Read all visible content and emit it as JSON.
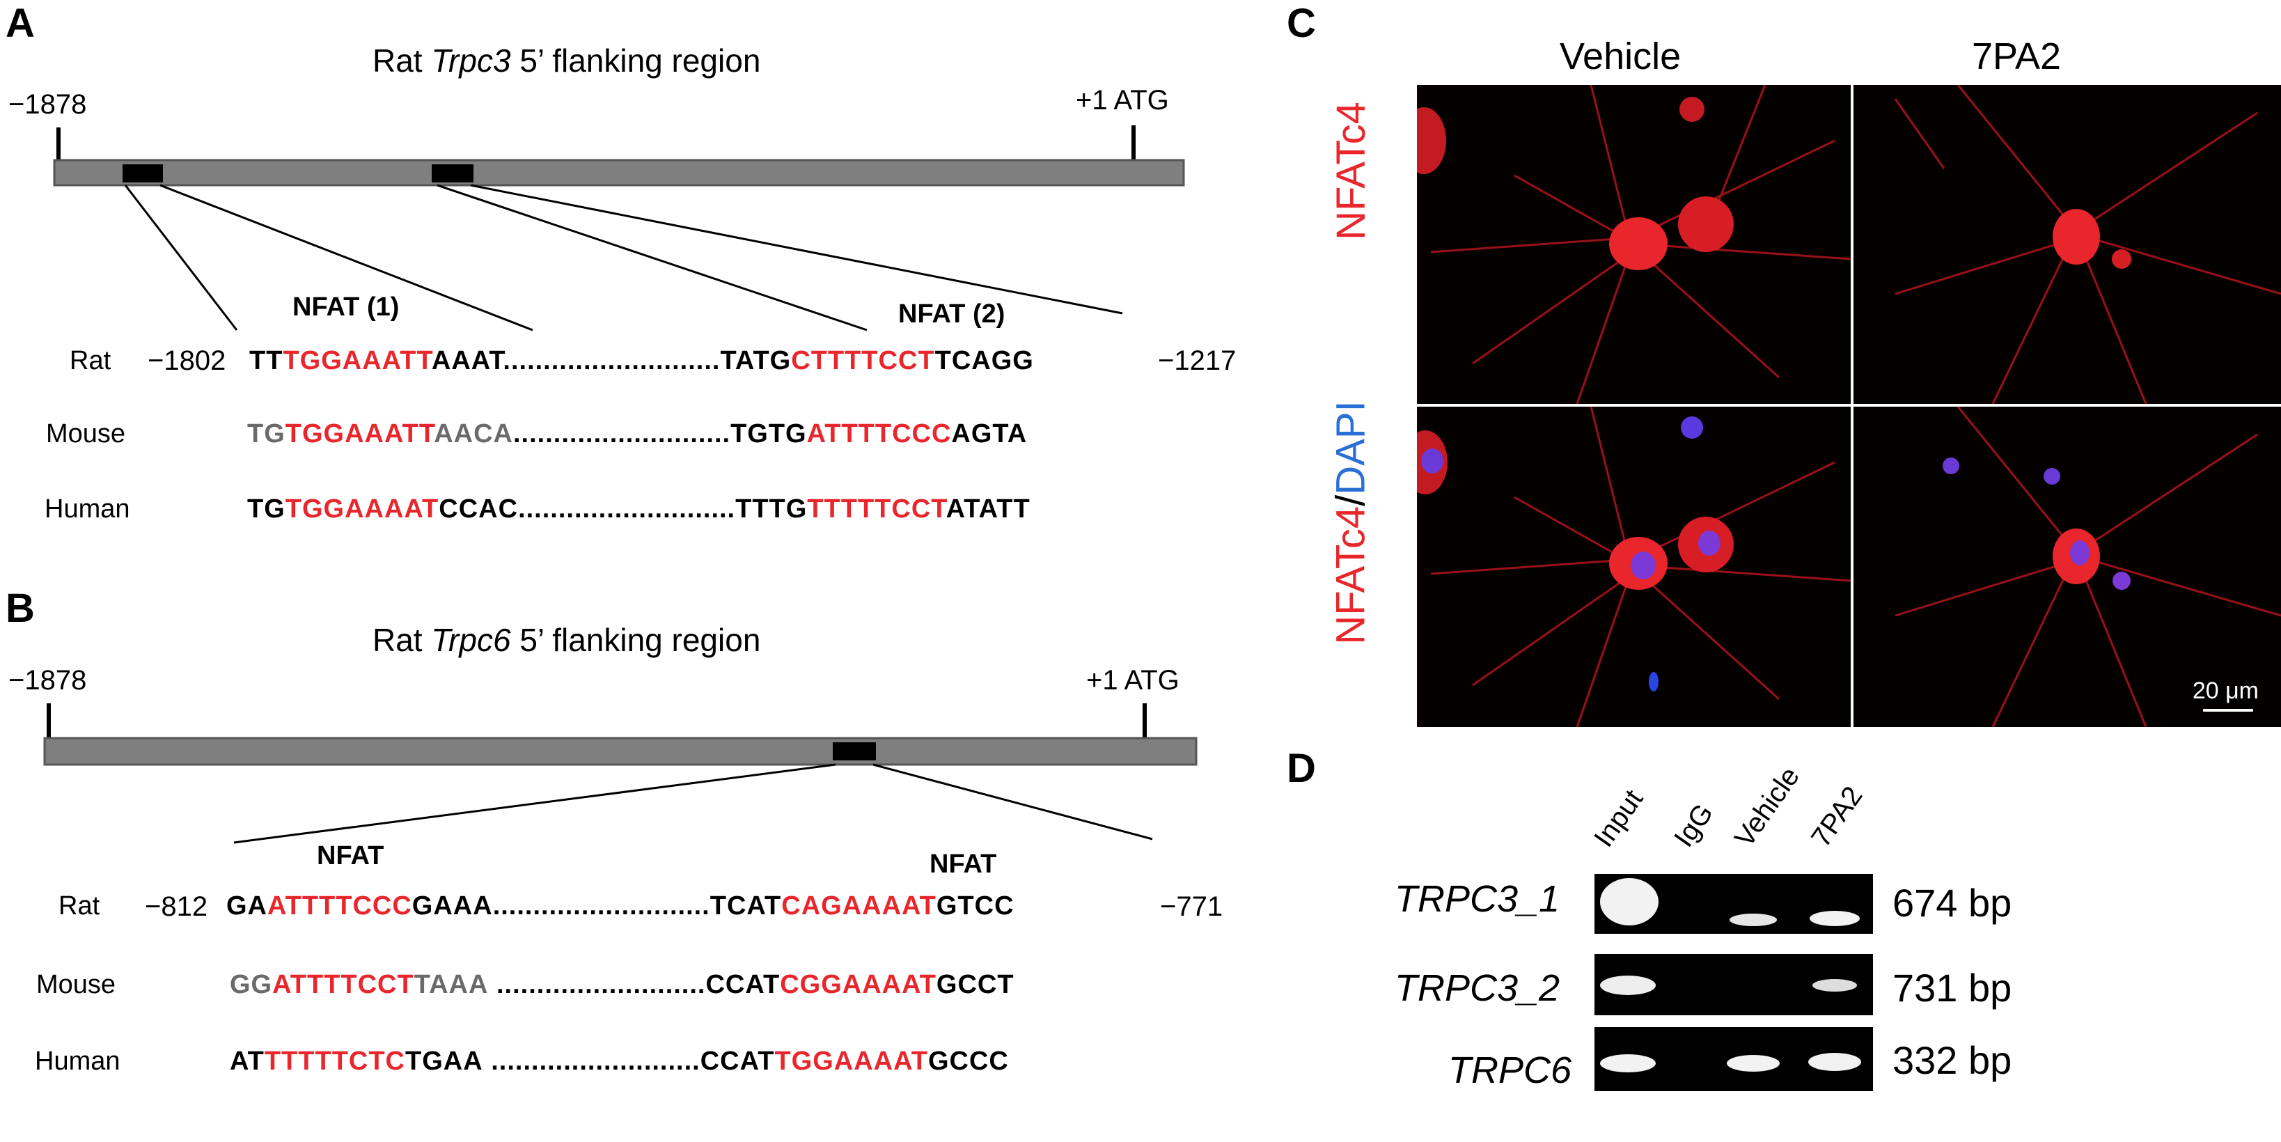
{
  "panel_a": {
    "label": "A",
    "title_pre": "Rat ",
    "title_gene": "Trpc3",
    "title_post": " 5’ flanking region",
    "left_coord": "−1878",
    "right_coord": "+1 ATG",
    "site1_label": "NFAT (1)",
    "site2_label": "NFAT (2)",
    "rat": {
      "species": "Rat",
      "start": "−1802",
      "end": "−1217",
      "s1_pre": "TT",
      "s1_core": "TGGAAATT",
      "s1_post": "AAAT",
      "dots": "...........................",
      "s2_pre": "TATG",
      "s2_core": "CTTTTCCT",
      "s2_post": "TCAGG"
    },
    "mouse": {
      "species": "Mouse",
      "s1_pre": "TG",
      "s1_core": "TGGAAATT",
      "s1_post": "AACA",
      "dots": "...........................",
      "s2_pre": "TGTG",
      "s2_core": "ATTTTCCC",
      "s2_post": "AGTA"
    },
    "human": {
      "species": "Human",
      "s1_pre": "TG",
      "s1_core": "TGGAAAAT",
      "s1_post": "CCAC",
      "dots": "...........................",
      "s2_pre": "TTTG",
      "s2_core": "TTTTTCCT",
      "s2_post": "ATATT"
    }
  },
  "panel_b": {
    "label": "B",
    "title_pre": "Rat ",
    "title_gene": "Trpc6",
    "title_post": " 5’ flanking region",
    "left_coord": "−1878",
    "right_coord": "+1 ATG",
    "site1_label": "NFAT",
    "site2_label": "NFAT",
    "rat": {
      "species": "Rat",
      "start": "−812",
      "end": "−771",
      "s1_pre": "GA",
      "s1_core": "ATTTTCCC",
      "s1_post": "GAAA",
      "dots": "...........................",
      "s2_pre": "TCAT",
      "s2_core": "CAGAAAAT",
      "s2_post": "GTCC"
    },
    "mouse": {
      "species": "Mouse",
      "s1_pre": "GG",
      "s1_core": "ATTTTCCT",
      "s1_post": "TAAA",
      "dots": "..........................",
      "s2_pre": "CCAT",
      "s2_core": "CGGAAAAT",
      "s2_post": "GCCT"
    },
    "human": {
      "species": "Human",
      "s1_pre": "AT",
      "s1_core": "TTTTTCTC",
      "s1_post": "TGAA",
      "dots": "..........................",
      "s2_pre": "CCAT",
      "s2_core": "TGGAAAAT",
      "s2_post": "GCCC"
    }
  },
  "panel_c": {
    "label": "C",
    "col1": "Vehicle",
    "col2": "7PA2",
    "row1": "NFATc4",
    "row2_red": "NFATc4",
    "row2_sep": "/",
    "row2_blue": "DAPI",
    "scale_bar": "20 μm",
    "colors": {
      "red": "#e8262b",
      "blue": "#2a6fd6"
    }
  },
  "panel_d": {
    "label": "D",
    "lanes": [
      "Input",
      "IgG",
      "Vehicle",
      "7PA2"
    ],
    "rows": [
      {
        "gene": "TRPC3_1",
        "size": "674 bp"
      },
      {
        "gene": "TRPC3_2",
        "size": "731 bp"
      },
      {
        "gene": "TRPC6",
        "size": "332 bp"
      }
    ]
  }
}
